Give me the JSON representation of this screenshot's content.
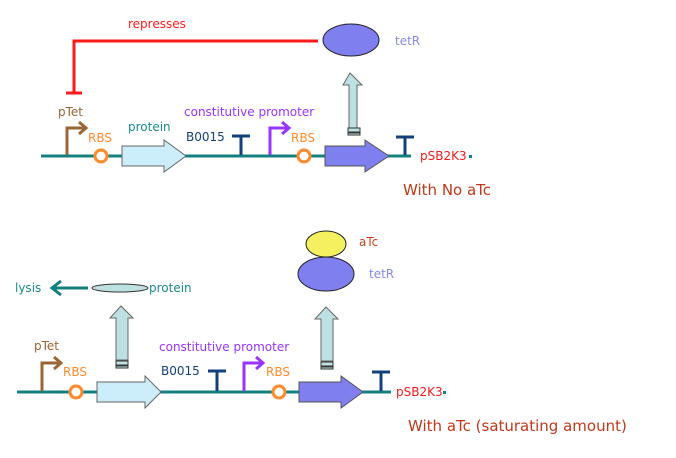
{
  "colors": {
    "backbone": "#138080",
    "repress": "#ff1a1a",
    "ptet": "#9a6634",
    "rbs": "#ff8a2a",
    "protein_text": "#1a8a8a",
    "protein_cds": "#cceefa",
    "terminator": "#12407a",
    "const_promoter": "#9933ff",
    "tetr_fill": "#7f7ff0",
    "tetr_text": "#8888ee",
    "atc_fill": "#f5f060",
    "atc_text": "#cc4420",
    "arrow_up": "#bde0e2",
    "plasmid": "#ee1a1a",
    "title": "#c0391a",
    "lysis": "#138080"
  },
  "panel_top": {
    "title": "With No aTc",
    "repress_label": "represses",
    "ptet_label": "pTet",
    "rbs1_label": "RBS",
    "protein_label": "protein",
    "terminator1_label": "B0015",
    "const_promoter_label": "constitutive promoter",
    "rbs2_label": "RBS",
    "tetr_label": "tetR",
    "plasmid_label": "pSB2K3"
  },
  "panel_bottom": {
    "title": "With aTc (saturating amount)",
    "lysis_label": "lysis",
    "protein_product_label": "protein",
    "atc_label": "aTc",
    "tetr_label": "tetR",
    "ptet_label": "pTet",
    "rbs1_label": "RBS",
    "terminator1_label": "B0015",
    "const_promoter_label": "constitutive promoter",
    "rbs2_label": "RBS",
    "plasmid_label": "pSB2K3"
  }
}
